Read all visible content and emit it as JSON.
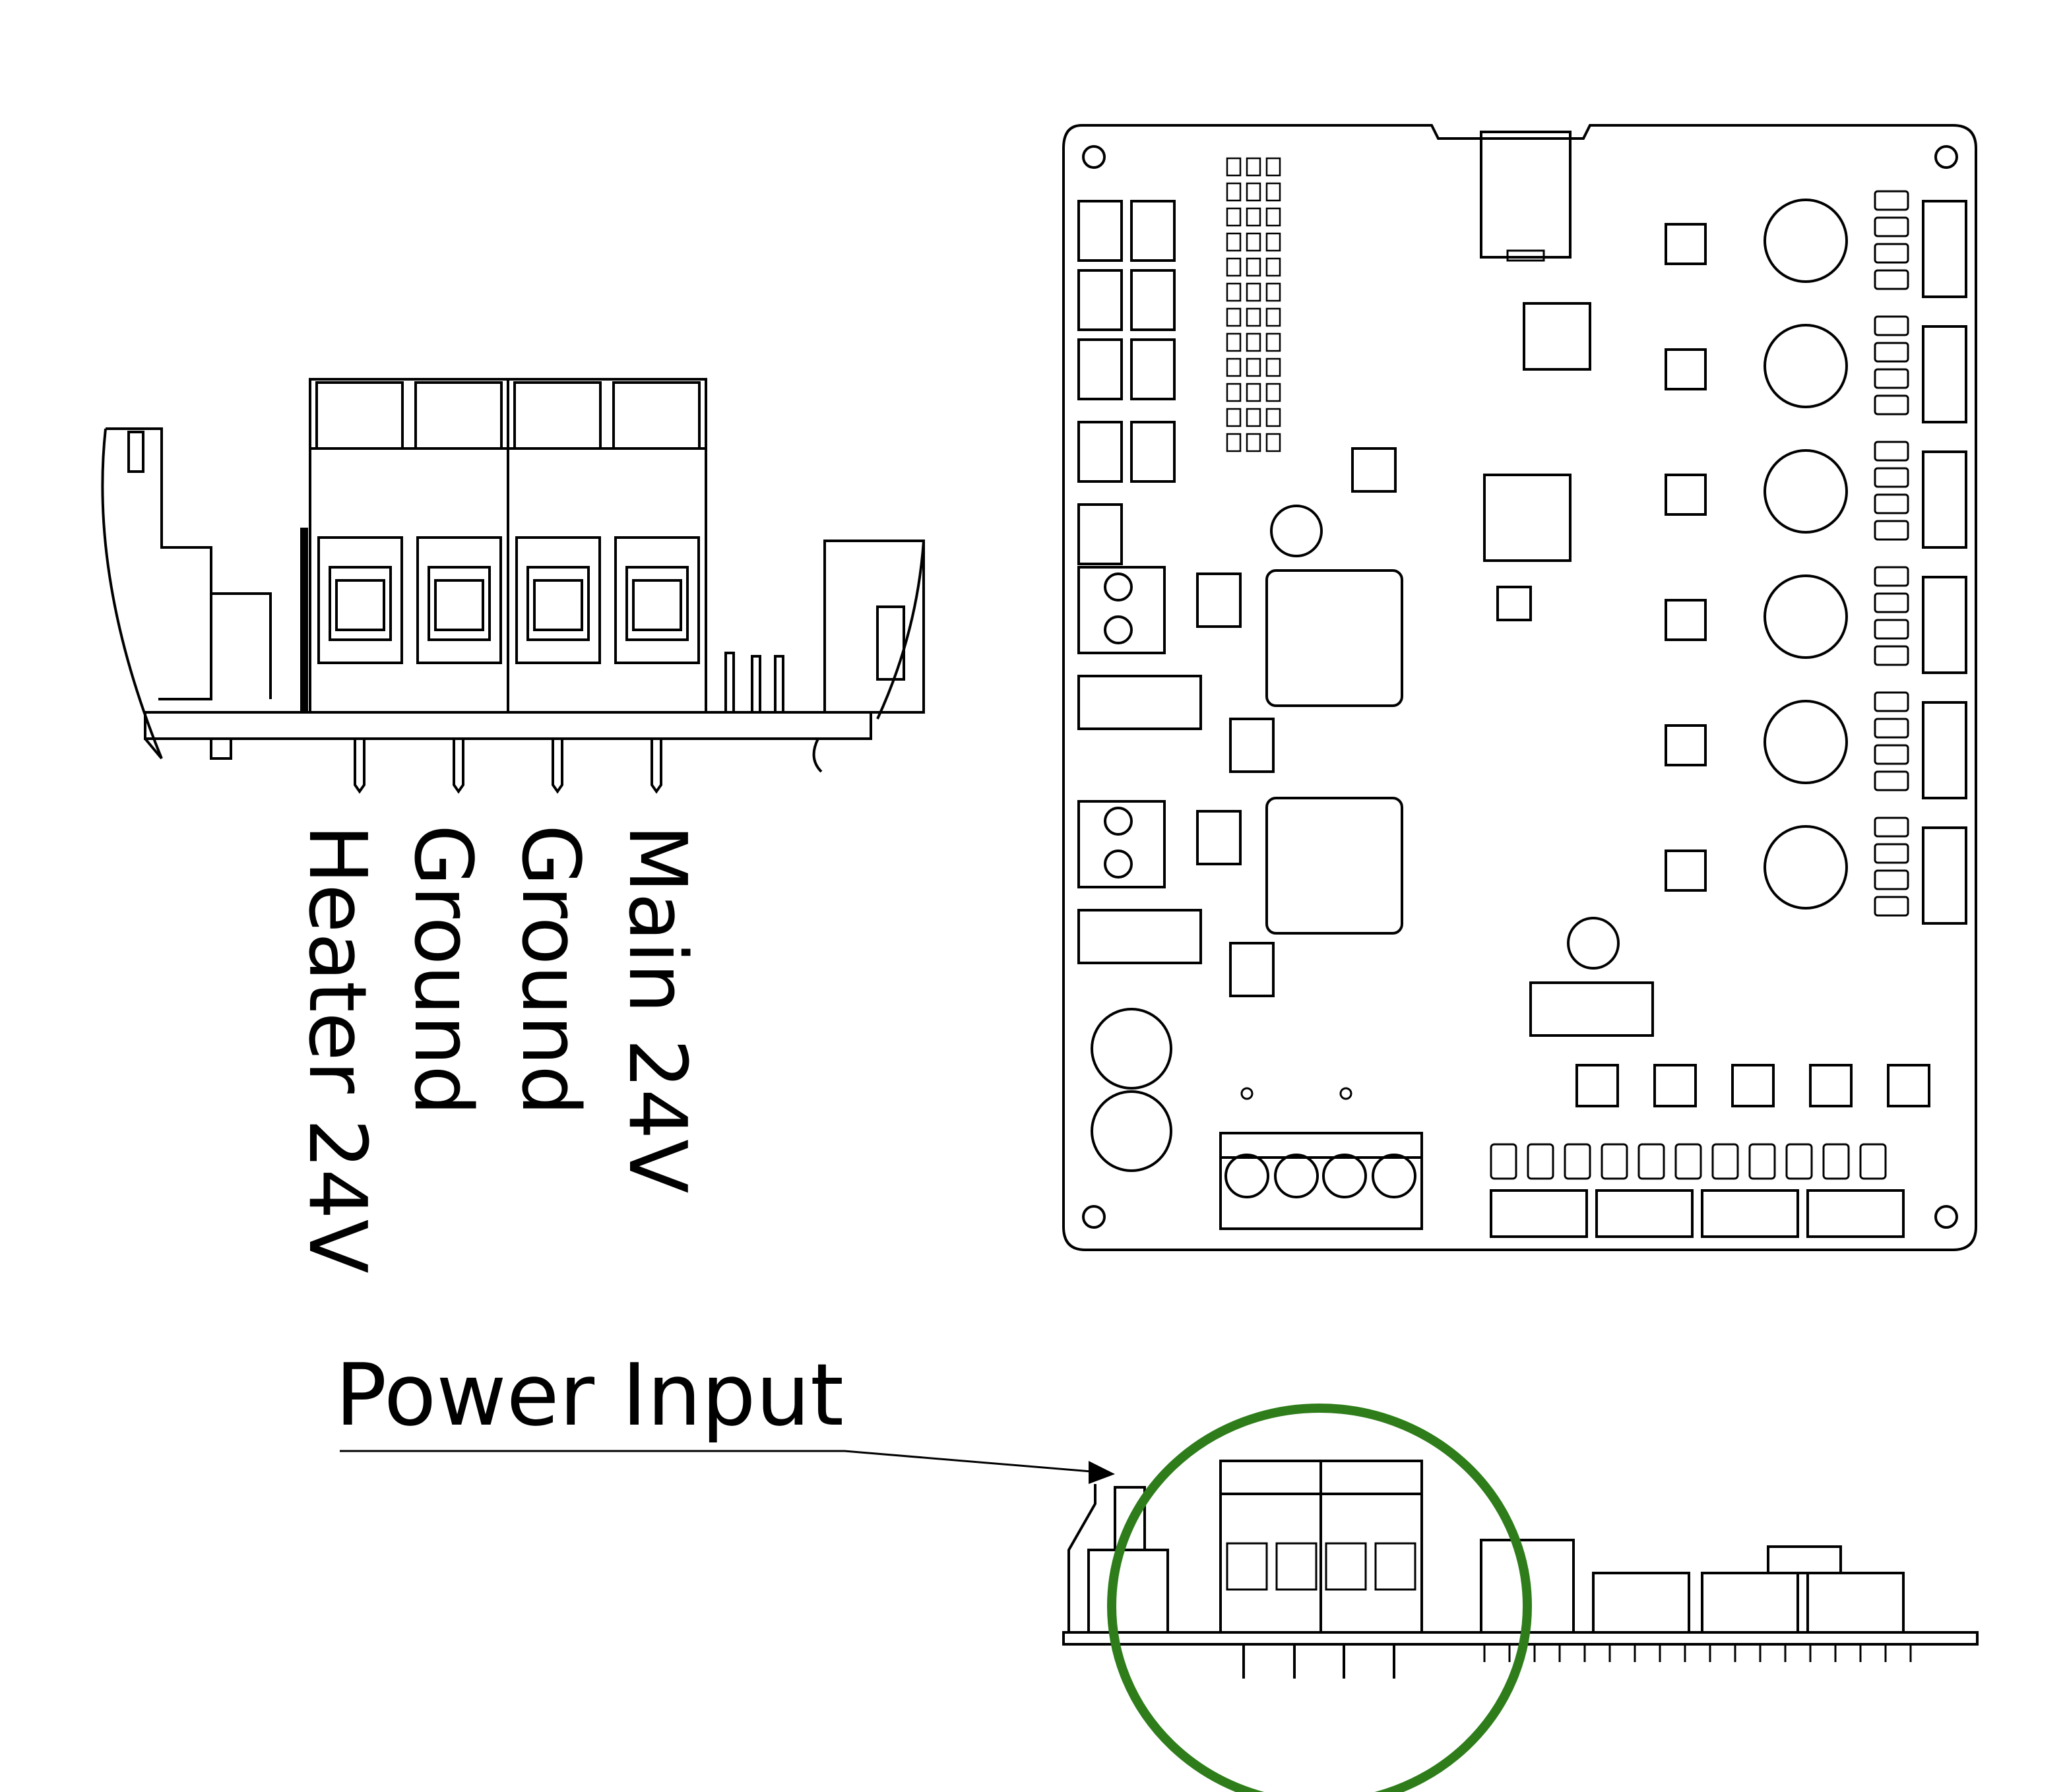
{
  "labels": {
    "terminal_1": "Heater 24V",
    "terminal_2": "Ground",
    "terminal_3": "Ground",
    "terminal_4": "Main 24V",
    "callout": "Power Input"
  },
  "colors": {
    "line": "#000000",
    "highlight_circle": "#2e7d1a",
    "background": "#ffffff"
  }
}
